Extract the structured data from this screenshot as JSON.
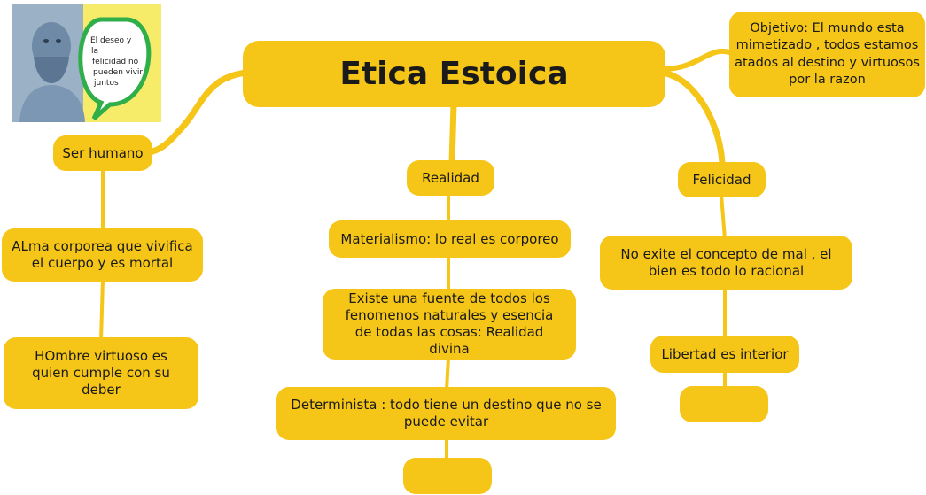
{
  "colors": {
    "node": "#f5c518",
    "link": "#f5c518",
    "text": "#1a1a1a"
  },
  "title": "Etica Estoica",
  "objective": "Objetivo: El mundo esta mimetizado , todos estamos atados al destino y virtuosos por la razon",
  "branches": {
    "ser_humano": {
      "label": "Ser humano",
      "items": [
        "ALma corporea que vivifica el cuerpo y es mortal",
        "HOmbre virtuoso es quien cumple con su deber"
      ]
    },
    "realidad": {
      "label": "Realidad",
      "items": [
        "Materialismo: lo real es corporeo",
        "Existe una fuente de todos los fenomenos naturales y esencia de todas las cosas: Realidad divina",
        "Determinista : todo tiene un destino que no se puede evitar",
        ""
      ]
    },
    "felicidad": {
      "label": "Felicidad",
      "items": [
        "No exite el concepto de mal , el bien es todo lo racional",
        "Libertad es interior",
        ""
      ]
    }
  },
  "picture": {
    "icon": "philosopher-portrait",
    "caption": "El deseo y la felicidad no pueden vivir juntos"
  }
}
